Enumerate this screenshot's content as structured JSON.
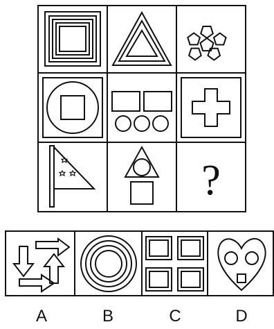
{
  "puzzle": {
    "question_mark": "?",
    "grid": {
      "rows": 3,
      "cols": 3,
      "cells": [
        {
          "name": "nested-squares"
        },
        {
          "name": "nested-triangles"
        },
        {
          "name": "pentagon-flower"
        },
        {
          "name": "circle-with-square"
        },
        {
          "name": "rectangles-and-circles"
        },
        {
          "name": "cross-in-square"
        },
        {
          "name": "flag-with-stars"
        },
        {
          "name": "circle-in-triangle-over-square"
        },
        {
          "name": "question-mark-cell"
        }
      ]
    },
    "options": [
      {
        "label": "A",
        "name": "arrows-option"
      },
      {
        "label": "B",
        "name": "concentric-circles-option"
      },
      {
        "label": "C",
        "name": "four-squares-cross-option"
      },
      {
        "label": "D",
        "name": "heart-face-option"
      }
    ]
  },
  "colors": {
    "stroke": "#111111",
    "background": "#ffffff"
  }
}
